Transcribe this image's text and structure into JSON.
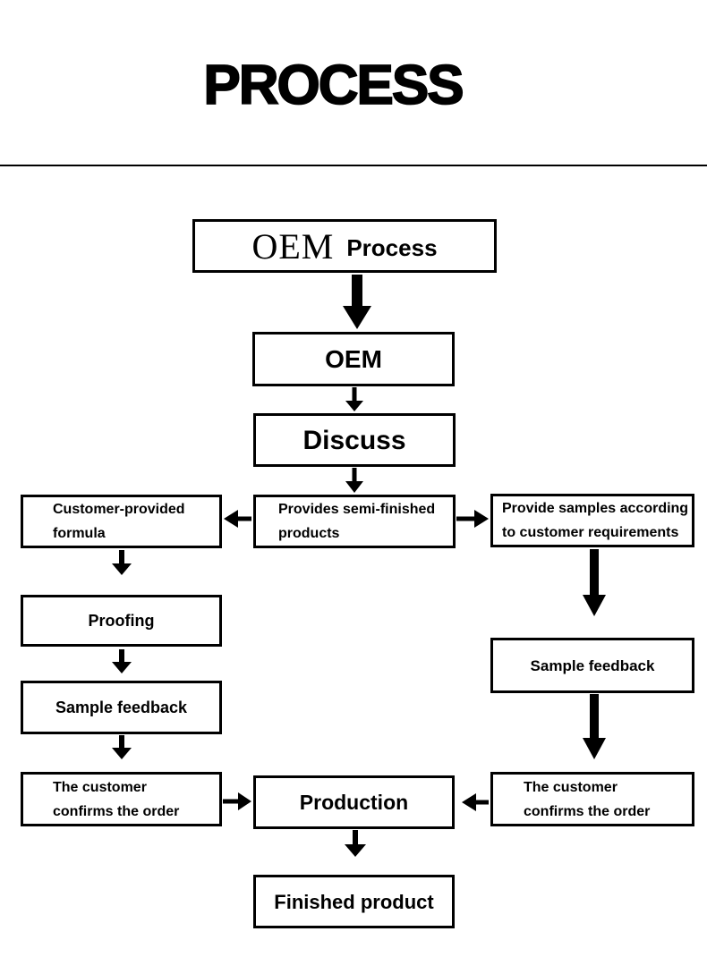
{
  "title": "PROCESS",
  "flowchart": {
    "header": {
      "brand": "OEM",
      "suffix": "Process"
    },
    "oem": "OEM",
    "discuss": "Discuss",
    "provides": {
      "line1": "Provides semi-finished",
      "line2": "products"
    },
    "customer_formula": {
      "line1": "Customer-provided",
      "line2": "formula"
    },
    "proofing": "Proofing",
    "sample_feedback_left": "Sample feedback",
    "confirm_left": {
      "line1": "The customer",
      "line2": "confirms the order"
    },
    "provide_samples": {
      "line1": "Provide samples according",
      "line2": "to customer requirements"
    },
    "sample_feedback_right": "Sample feedback",
    "confirm_right": {
      "line1": "The customer",
      "line2": "confirms the order"
    },
    "production": "Production",
    "finished_product": "Finished product"
  },
  "colors": {
    "ink": "#000000",
    "background": "#ffffff"
  }
}
